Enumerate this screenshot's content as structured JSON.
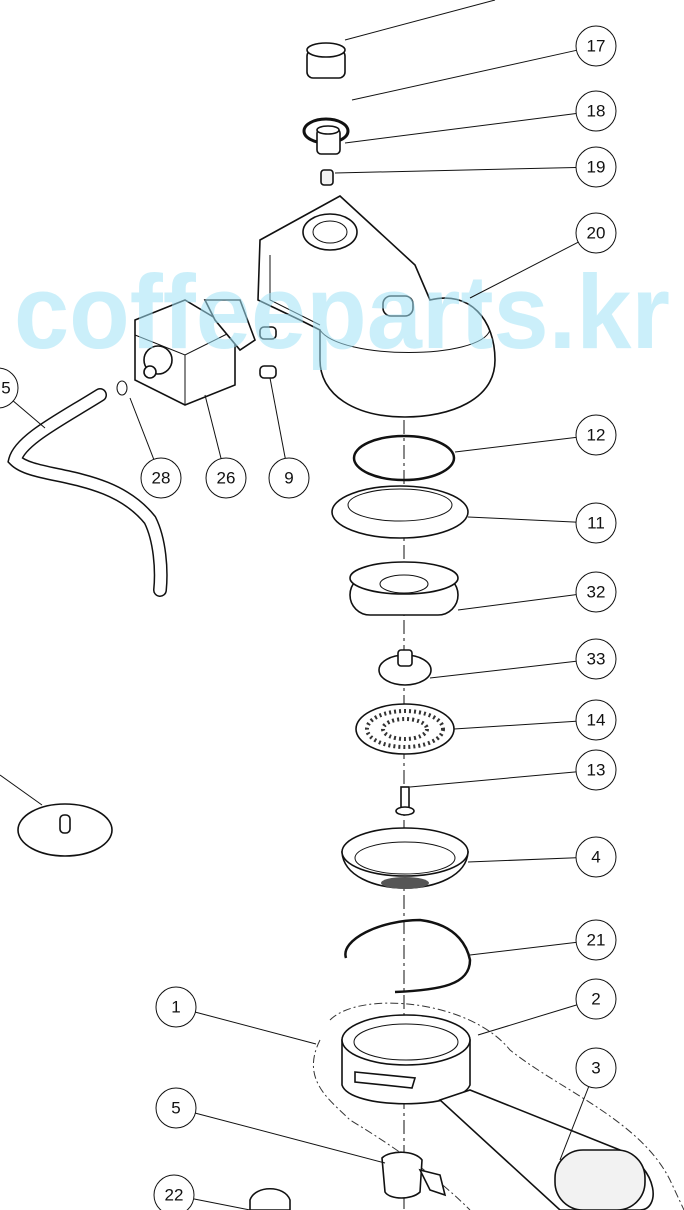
{
  "diagram": {
    "title": "Group head exploded parts view",
    "callouts": [
      "17",
      "18",
      "19",
      "20",
      "12",
      "11",
      "32",
      "33",
      "14",
      "13",
      "4",
      "21",
      "2",
      "3",
      "1",
      "5",
      "22",
      "28",
      "26",
      "9",
      "5",
      ""
    ],
    "watermark": "coffeeparts.kr",
    "colors": {
      "line": "#111111",
      "watermark": "#a0e1f5"
    }
  }
}
